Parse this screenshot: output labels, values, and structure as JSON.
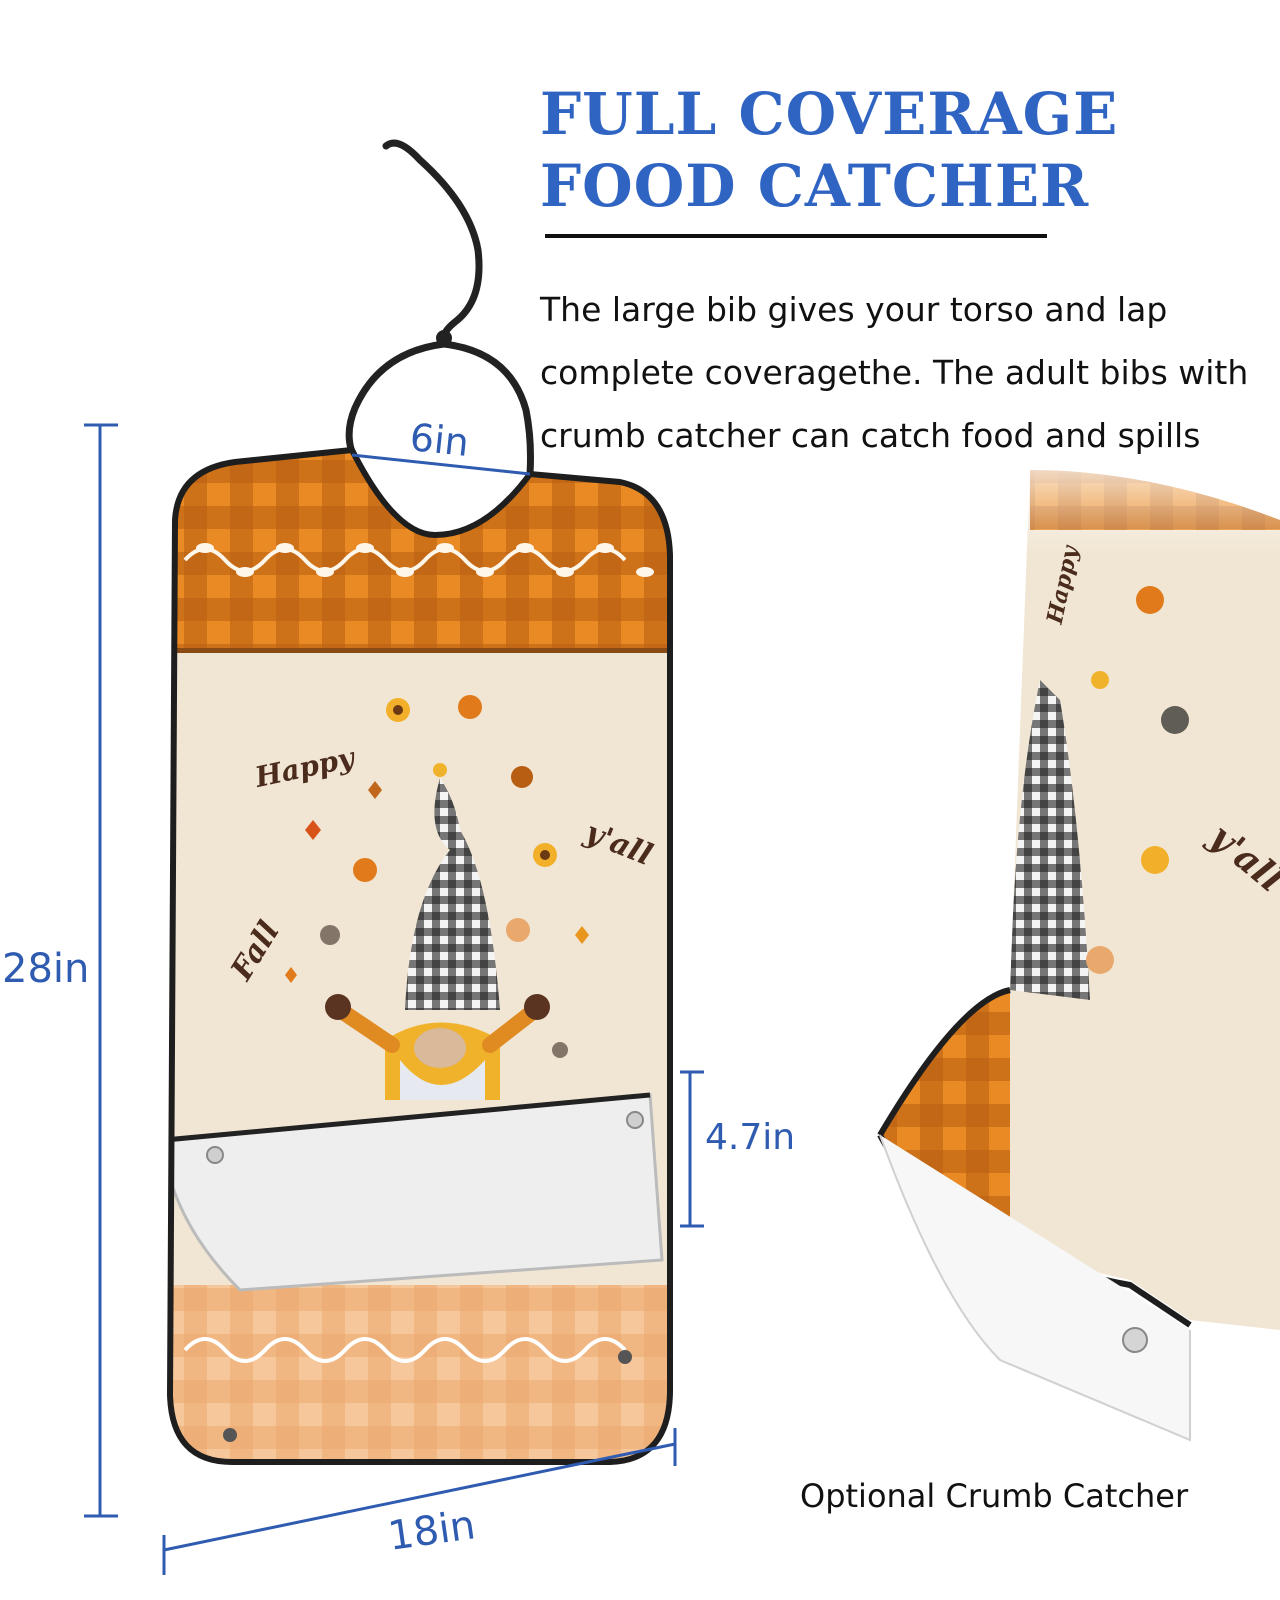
{
  "headline": {
    "line1": "FULL COVERAGE",
    "line2": "FOOD CATCHER",
    "color": "#2f64c2"
  },
  "description": "The large bib gives your torso and lap complete coveragethe. The adult bibs with crumb catcher can catch food and spills",
  "dimensions": {
    "height": "28in",
    "neck": "6in",
    "pocket": "4.7in",
    "width": "18in",
    "color": "#2f5bb0"
  },
  "bib_print": {
    "happy": "Happy",
    "fall": "Fall",
    "yall": "y'all",
    "accent_orange": "#e07a1a",
    "cream": "#f1e6d3"
  },
  "caption": "Optional Crumb Catcher"
}
